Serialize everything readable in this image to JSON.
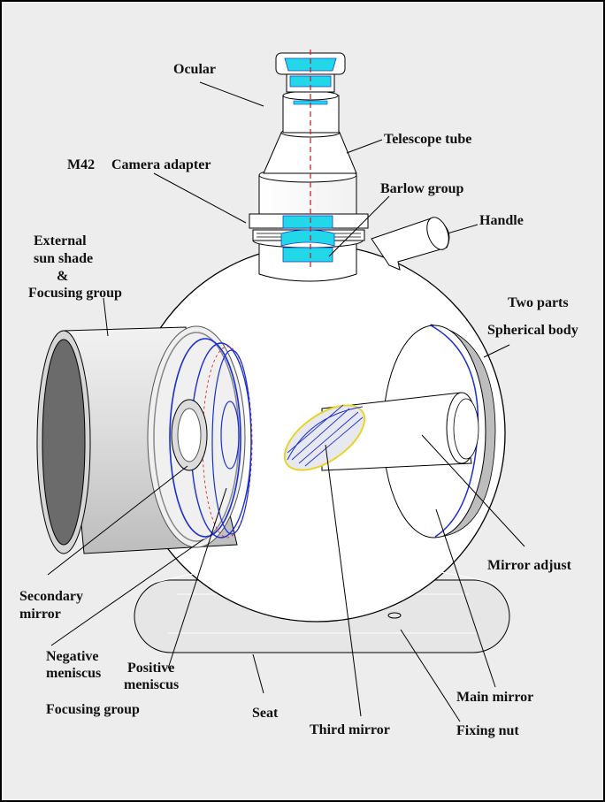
{
  "labels": {
    "ocular": "Ocular",
    "telescope_tube": "Telescope tube",
    "m42": "M42",
    "camera_adapter": "Camera adapter",
    "barlow_group": "Barlow group",
    "handle": "Handle",
    "external_1": "External",
    "external_2": "sun shade",
    "external_3": "&",
    "external_4": "Focusing group",
    "two_parts": "Two parts",
    "spherical_body": "Spherical body",
    "mirror_adjust": "Mirror adjust",
    "secondary_1": "Secondary",
    "secondary_2": "mirror",
    "negative_1": "Negative",
    "negative_2": "meniscus",
    "positive_1": "Positive",
    "positive_2": "meniscus",
    "focusing_group": "Focusing group",
    "seat": "Seat",
    "third_mirror": "Third mirror",
    "main_mirror": "Main mirror",
    "fixing_nut": "Fixing nut"
  },
  "colors": {
    "page_bg": "#ededed",
    "outline": "#000000",
    "lens": "#22d8e8",
    "lens_edge": "#1a3fd0",
    "optical_axis": "#dd1111",
    "mirror_blue": "#1a2fd0",
    "mirror_yellow": "#e8d52a",
    "shade_gray": "#d6d6d6",
    "shade_inner": "#6b6b6b"
  }
}
